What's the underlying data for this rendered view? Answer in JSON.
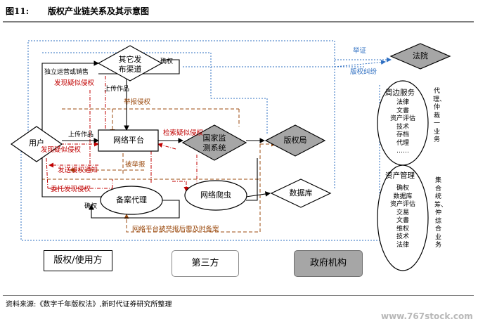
{
  "header": {
    "fig_label": "图11:",
    "title": "版权产业链关系及其示意图"
  },
  "nodes": {
    "other_channel": "其它发\n布渠道",
    "user": "用户",
    "platform": "网络平台",
    "gov_monitor": "国家监\n测系统",
    "copyright_bureau": "版权局",
    "filing_agent": "备案代理",
    "crawler": "网络爬虫",
    "database": "数据库",
    "court": "法院"
  },
  "edges": {
    "confirm_top": "确权",
    "independent_ops": "独立运营或销售",
    "upload_works": "上传作品",
    "find_suspect_1": "发现疑似侵权",
    "report_infringe": "举报侵权",
    "upload_works_2": "上传作品",
    "detect_suspect": "检索疑似侵权",
    "find_suspect_2": "发现疑似侵权",
    "report": "被举报",
    "notify_infringe": "发送侵权通知",
    "entrust_find": "委托发现侵权",
    "confirm_bottom": "确权",
    "platform_filing": "网络平台被举报后需及时备案",
    "court_report": "举证",
    "dispute": "版权纠纷"
  },
  "right_panel": {
    "surround": {
      "title": "周边服务",
      "items": [
        "法律",
        "文書",
        "资产评估",
        "技术",
        "存档",
        "代理",
        "……"
      ],
      "side": "代理、仲裁一业务"
    },
    "asset": {
      "title": "资产管理",
      "items": [
        "确权",
        "数据库",
        "资产评估",
        "交易",
        "文書",
        "维权",
        "技术",
        "法律"
      ],
      "side": "集合统筹、仲综合业务"
    }
  },
  "legend": {
    "owner": "版权/使用方",
    "third": "第三方",
    "gov": "政府机构"
  },
  "footer": {
    "source": "资料来源:《数字千年版权法》,新时代证券研究所整理",
    "watermark": "www.767stock.com"
  },
  "colors": {
    "red": "#c00000",
    "brown": "#9b4a0e",
    "blue": "#2e6fc2",
    "gray_fill": "#a6a6a6"
  }
}
